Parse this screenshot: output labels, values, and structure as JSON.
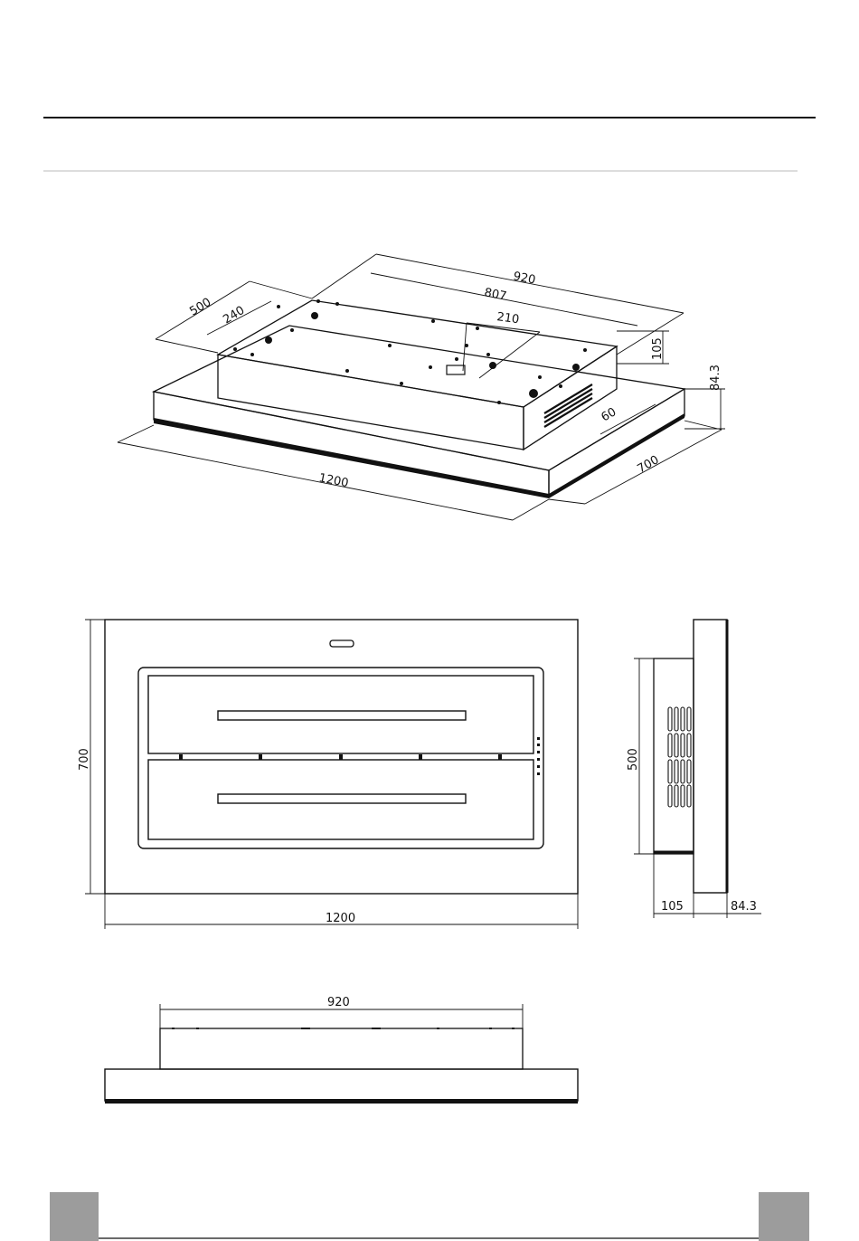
{
  "colors": {
    "line": "#111111",
    "rule_light": "#bbbbbb",
    "tab": "#9c9c9c",
    "page": "#ffffff"
  },
  "isometric_view": {
    "dim_overall_length": "1200",
    "dim_overall_depth": "700",
    "dim_overall_height": "84.3",
    "dim_box_length": "920",
    "dim_box_inner_length": "807",
    "dim_box_depth": "500",
    "dim_box_inner_depth": "240",
    "dim_outlet": "210",
    "dim_box_height": "105",
    "dim_offset": "60"
  },
  "front_view": {
    "dim_width": "1200",
    "dim_height": "700"
  },
  "side_view": {
    "dim_box_depth": "500",
    "dim_box_height": "105",
    "dim_panel_height": "84.3"
  },
  "bottom_view": {
    "dim_box_length": "920"
  }
}
